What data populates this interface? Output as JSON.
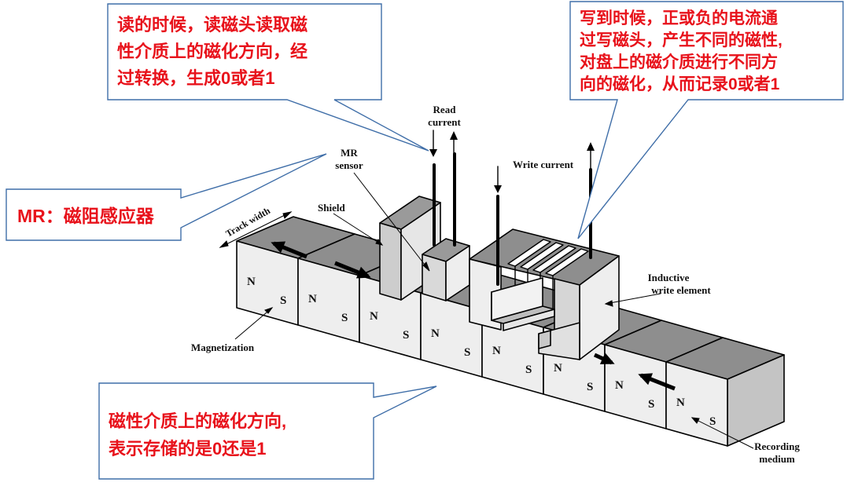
{
  "callouts": {
    "read": {
      "lines": [
        "读的时候，读磁头读取磁",
        "性介质上的磁化方向，经",
        "过转换，生成0或者1"
      ]
    },
    "write": {
      "lines": [
        "写到时候，正或负的电流通",
        "过写磁头，产生不同的磁性,",
        "对盘上的磁介质进行不同方",
        "向的磁化，从而记录0或者1"
      ]
    },
    "mr": {
      "text": "MR：磁阻感应器"
    },
    "medium": {
      "lines": [
        "磁性介质上的磁化方向,",
        "表示存储的是0还是1"
      ]
    }
  },
  "labels": {
    "read_current": [
      "Read",
      "current"
    ],
    "write_current": "Write current",
    "mr_sensor": [
      "MR",
      "sensor"
    ],
    "shield": "Shield",
    "track_width": "Track width",
    "inductive": [
      "Inductive",
      "write element"
    ],
    "magnetization": "Magnetization",
    "recording_medium": [
      "Recording",
      "medium"
    ]
  },
  "poles": {
    "north": "N",
    "south": "S"
  },
  "colors": {
    "callout_text": "#e8121b",
    "callout_border": "#3f6ea8",
    "block_top": "#8e8e8e",
    "block_face": "#eeeeee",
    "block_side": "#c4c4c4"
  }
}
